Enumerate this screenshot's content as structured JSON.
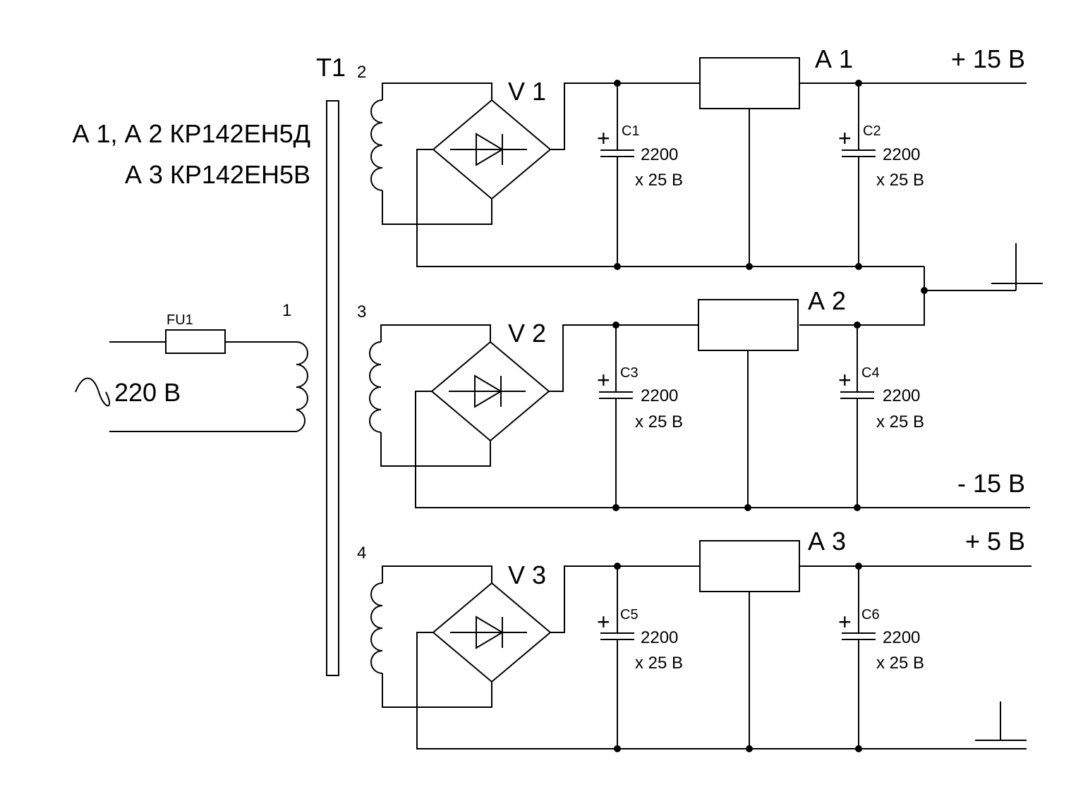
{
  "notes": {
    "line1": "А 1, А 2 КР142ЕН5Д",
    "line2": "А 3 КР142ЕН5В"
  },
  "input": {
    "fuse": "FU1",
    "voltage": "220 В",
    "primary_pin": "1"
  },
  "transformer": {
    "label": "T1",
    "pins": [
      "2",
      "3",
      "4"
    ]
  },
  "bridges": [
    "V 1",
    "V 2",
    "V 3"
  ],
  "regulators": [
    "А 1",
    "А 2",
    "А 3"
  ],
  "capacitors": [
    {
      "name": "С1",
      "value": "2200",
      "rating": "х 25 В",
      "polarity": "+"
    },
    {
      "name": "С2",
      "value": "2200",
      "rating": "х 25 В",
      "polarity": "+"
    },
    {
      "name": "С3",
      "value": "2200",
      "rating": "х 25 В",
      "polarity": "+"
    },
    {
      "name": "С4",
      "value": "2200",
      "rating": "х 25 В",
      "polarity": "+"
    },
    {
      "name": "С5",
      "value": "2200",
      "rating": "х 25 В",
      "polarity": "+"
    },
    {
      "name": "С6",
      "value": "2200",
      "rating": "х 25 В",
      "polarity": "+"
    }
  ],
  "outputs": [
    "+ 15 В",
    "- 15 В",
    "+ 5 В"
  ]
}
